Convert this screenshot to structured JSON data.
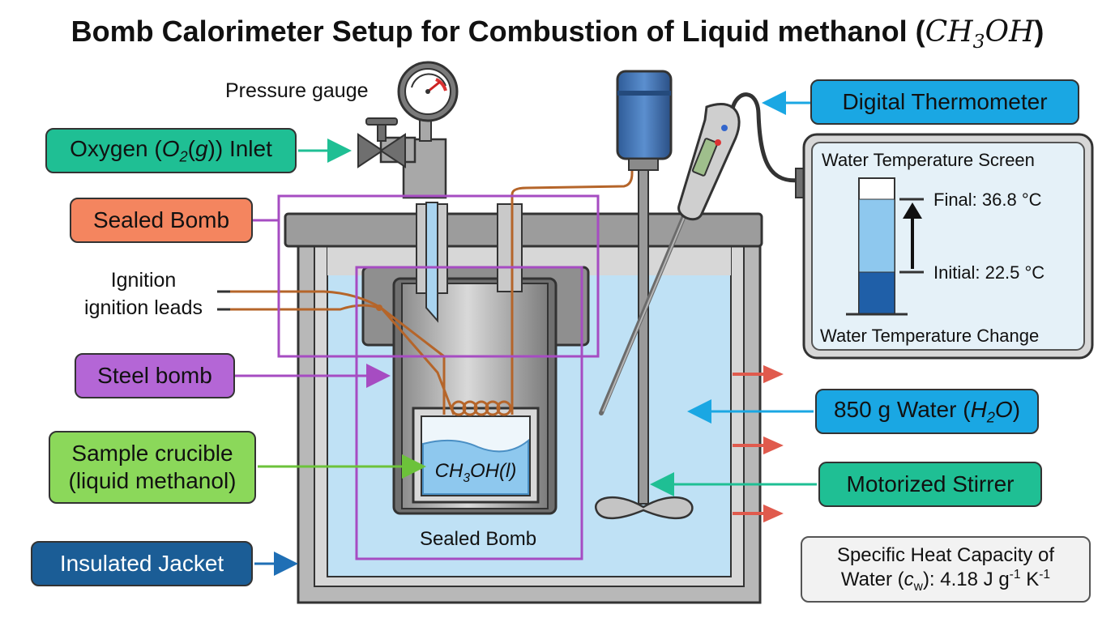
{
  "title": {
    "text": "Bomb Calorimeter Setup for Combustion of Liquid methanol (",
    "formula": "CH",
    "formula_sub": "3",
    "formula_end": "OH",
    "close": ")"
  },
  "labels": {
    "pressure_gauge": "Pressure gauge",
    "oxygen_inlet": {
      "pre": "Oxygen (",
      "o": "O",
      "sub": "2",
      "paren": "(",
      "g": "g",
      "post": ")) Inlet"
    },
    "sealed_bomb_box": "Sealed Bomb",
    "ignition_line1": "Ignition",
    "ignition_line2": "ignition leads",
    "steel_bomb": "Steel bomb",
    "sample_crucible_line1": "Sample crucible",
    "sample_crucible_line2": "(liquid methanol)",
    "insulated_jacket": "Insulated Jacket",
    "sealed_bomb_bottom": "Sealed Bomb",
    "sample_formula": {
      "ch": "CH",
      "sub": "3",
      "oh": "OH(",
      "l": "l",
      "close": ")"
    },
    "digital_thermometer": "Digital Thermometer",
    "water": {
      "pre": "850 g Water (",
      "h": "H",
      "sub": "2",
      "o": "O",
      "post": ")"
    },
    "motorized_stirrer": "Motorized Stirrer",
    "specific_heat_line1": "Specific Heat Capacity of",
    "specific_heat": {
      "pre": "Water (",
      "c": "c",
      "sub": "w",
      "mid": "): 4.18 J g",
      "sup1": "-1",
      "k": " K",
      "sup2": "-1"
    }
  },
  "screen": {
    "header": "Water Temperature Screen",
    "final": "Final: 36.8 °C",
    "initial": "Initial: 22.5 °C",
    "footer": "Water Temperature Change"
  },
  "colors": {
    "oxygen_box": "#1fbf94",
    "sealed_bomb_box": "#f4855f",
    "steel_bomb_box": "#b466d6",
    "sample_box": "#8bd85a",
    "jacket_box": "#1b5d96",
    "thermometer_box": "#1aa7e3",
    "water_box": "#1aa7e3",
    "stirrer_box": "#1fbf94",
    "water": "#bfe1f5",
    "sealed_outline": "#a64cc2",
    "heat_arrow": "#e05a4d"
  }
}
